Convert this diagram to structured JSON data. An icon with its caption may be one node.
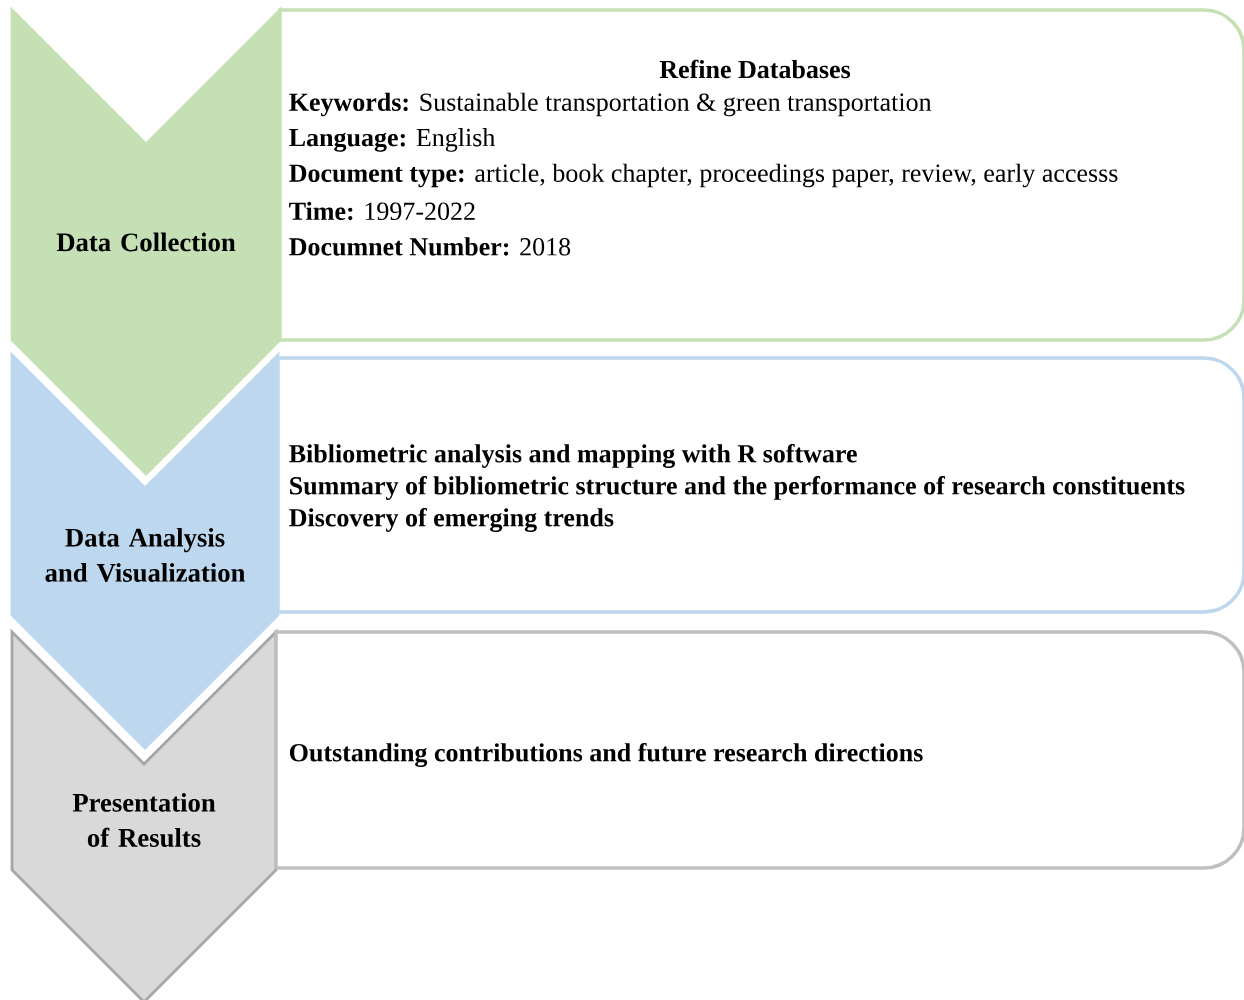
{
  "diagram": {
    "nodes": [
      {
        "text": [
          "Data Collection"
        ]
      },
      {
        "text": [
          "Refine Databases",
          "**Keywords:** Sustainable transportation & green transportation",
          "**Language:** English",
          "**Document type:** article, book chapter, proceedings paper, review, early accesss",
          "**Time:** 1997-2022",
          "**Documnet Number:** 2018"
        ]
      },
      {
        "text": [
          "Data Analysis and Visualization"
        ]
      },
      {
        "text": [
          "Bibliometric analysis and mapping with R software",
          "Summary of bibliometric structure and the performance of research constituents",
          "Discovery of emerging trends"
        ]
      },
      {
        "text": [
          "Presentation of Results"
        ]
      },
      {
        "text": [
          "Outstanding contributions and future research directions"
        ]
      }
    ]
  }
}
